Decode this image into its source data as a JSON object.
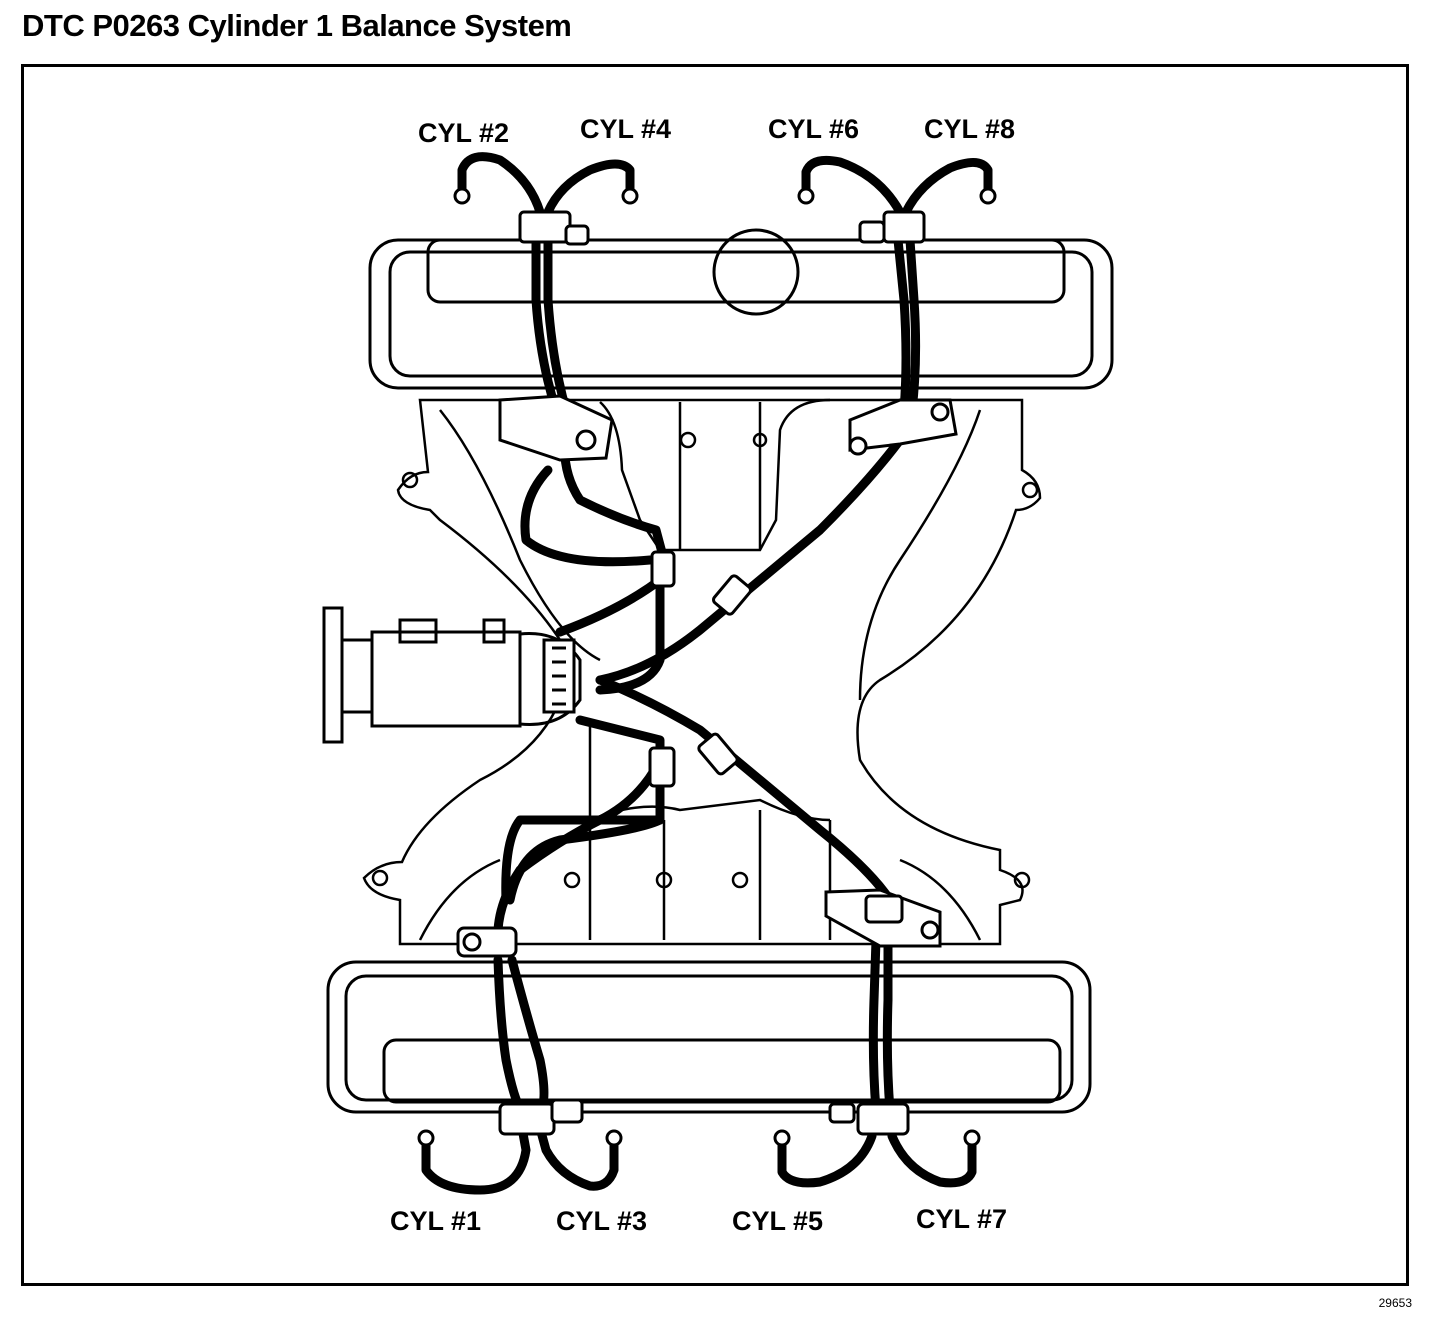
{
  "title": "DTC P0263 Cylinder 1 Balance System",
  "figure_id": "29653",
  "cylinders": {
    "cyl2": "CYL #2",
    "cyl4": "CYL #4",
    "cyl6": "CYL #6",
    "cyl8": "CYL #8",
    "cyl1": "CYL #1",
    "cyl3": "CYL #3",
    "cyl5": "CYL #5",
    "cyl7": "CYL #7"
  },
  "colors": {
    "line": "#000000",
    "background": "#ffffff"
  }
}
